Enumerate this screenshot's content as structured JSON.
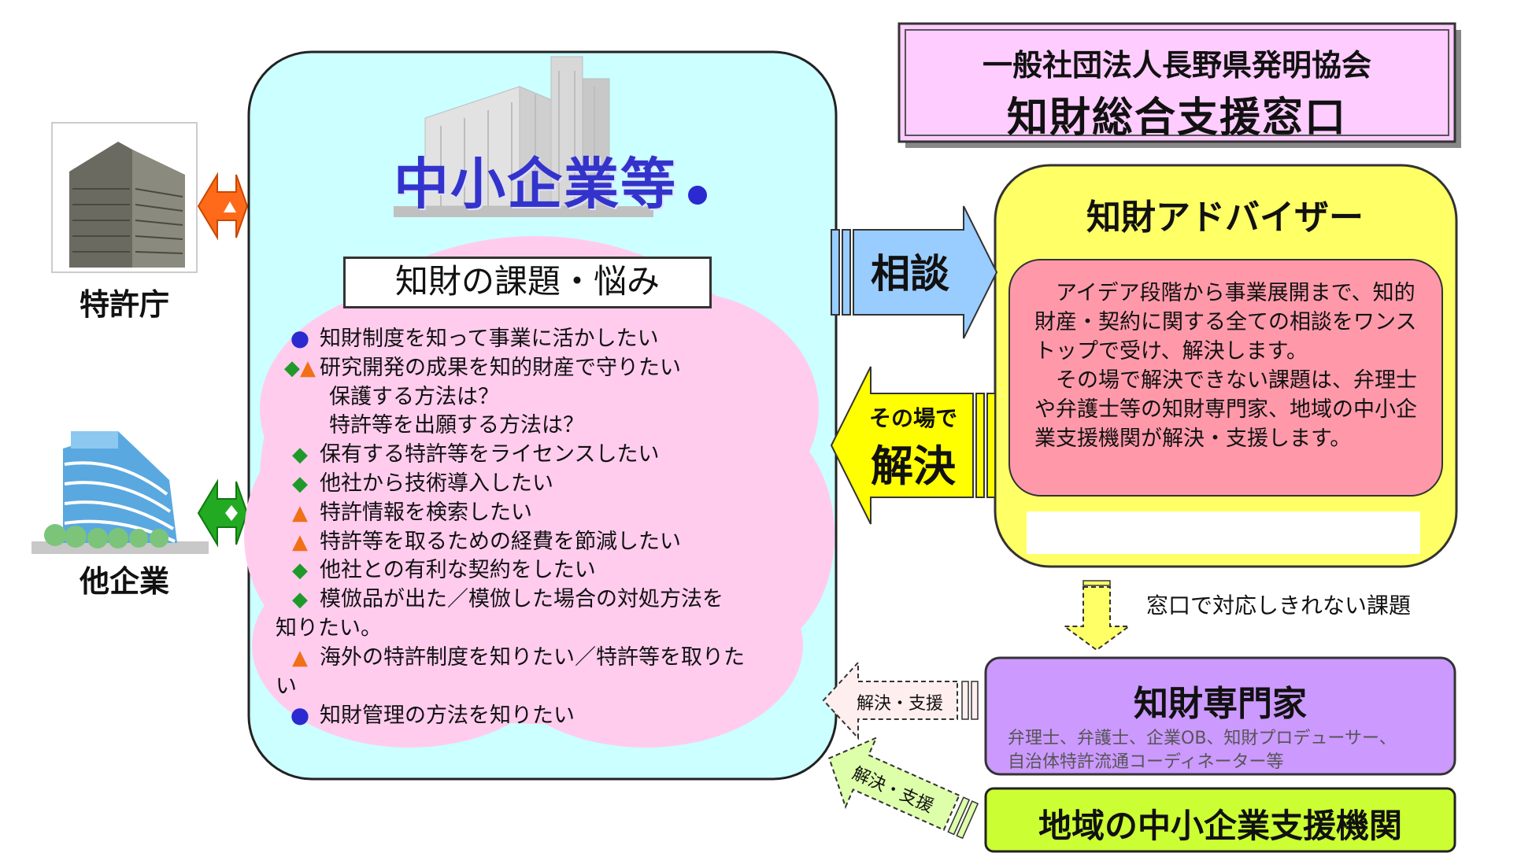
{
  "left_entities": {
    "patent_office": {
      "label": "特許庁"
    },
    "other_companies": {
      "label": "他企業"
    }
  },
  "sme": {
    "title": "中小企業等",
    "issues_header": "知財の課題・悩み",
    "issues": [
      {
        "marks": [
          "circle"
        ],
        "text": "知財制度を知って事業に活かしたい"
      },
      {
        "marks": [
          "diamond",
          "triangle"
        ],
        "text": "研究開発の成果を知的財産で守りたい"
      },
      {
        "marks": [],
        "text": "保護する方法は？"
      },
      {
        "marks": [],
        "text": "特許等を出願する方法は？"
      },
      {
        "marks": [
          "diamond"
        ],
        "text": "保有する特許等をライセンスしたい"
      },
      {
        "marks": [
          "diamond"
        ],
        "text": "他社から技術導入したい"
      },
      {
        "marks": [
          "triangle"
        ],
        "text": "特許情報を検索したい"
      },
      {
        "marks": [
          "triangle"
        ],
        "text": "特許等を取るための経費を節減したい"
      },
      {
        "marks": [
          "diamond"
        ],
        "text": "他社との有利な契約をしたい"
      },
      {
        "marks": [
          "diamond"
        ],
        "text": "模倣品が出た／模倣した場合の対処方法を",
        "wrap": "知りたい。"
      },
      {
        "marks": [
          "triangle"
        ],
        "text": "海外の特許制度を知りたい／特許等を取りた",
        "wrap": "い"
      },
      {
        "marks": [
          "circle"
        ],
        "text": "知財管理の方法を知りたい"
      }
    ]
  },
  "organization": {
    "line1": "一般社団法人長野県発明協会",
    "line2": "知財総合支援窓口"
  },
  "arrows": {
    "consult": "相談",
    "solve_top": "その場で",
    "solve_bottom": "解決",
    "support_expert": "解決・支援",
    "support_region": "解決・支援",
    "escalation_note": "窓口で対応しきれない課題"
  },
  "advisor": {
    "title": "知財アドバイザー",
    "body1": "アイデア段階から事業展開まで、知的財産・契約に関する全ての相談をワンストップで受け、解決します。",
    "body2": "その場で解決できない課題は、弁理士や弁護士等の知財専門家、地域の中小企業支援機関が解決・支援します。"
  },
  "expert": {
    "title": "知財専門家",
    "sub1": "弁理士、弁護士、企業OB、知財プロデューサー、",
    "sub2": "自治体特許流通コーディネーター等"
  },
  "regional": {
    "title": "地域の中小企業支援機関"
  },
  "colors": {
    "sme_bg": "#ccffff",
    "cloud": "#ffccee",
    "org_bg": "#ffccff",
    "advisor_bg": "#ffff66",
    "advisor_inner": "#ff99aa",
    "consult_arrow": "#99ccff",
    "solve_arrow": "#ffff00",
    "expert_bg": "#cc99ff",
    "regional_bg": "#ccff33",
    "circle_mark": "#2a2ad0",
    "diamond_mark": "#1f9a2a",
    "triangle_mark": "#f07018"
  }
}
